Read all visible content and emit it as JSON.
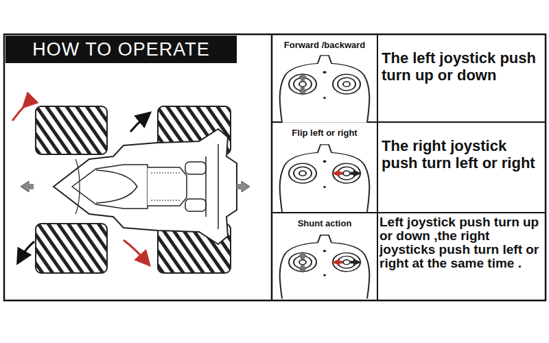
{
  "diagram": {
    "title": "HOW TO OPERATE",
    "labels": [
      "Forward /backward",
      "The left joystick push turn up or down",
      "Flip left or right",
      "The right joystick push turn left or right",
      "Shunt action",
      "Left joystick push turn up or down ,the right joysticks push turn left or right at the same time ."
    ]
  }
}
